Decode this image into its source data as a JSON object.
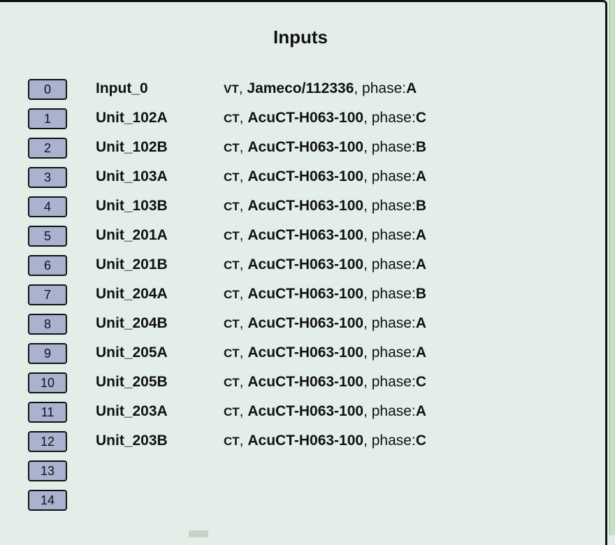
{
  "panel": {
    "title": "Inputs"
  },
  "inputs": [
    {
      "index": "0",
      "name": "Input_0",
      "type": "VT",
      "model": "Jameco/112336",
      "phase_label": "phase:",
      "phase": "A"
    },
    {
      "index": "1",
      "name": "Unit_102A",
      "type": "CT",
      "model": "AcuCT-H063-100",
      "phase_label": "phase:",
      "phase": "C"
    },
    {
      "index": "2",
      "name": "Unit_102B",
      "type": "CT",
      "model": "AcuCT-H063-100",
      "phase_label": "phase:",
      "phase": "B"
    },
    {
      "index": "3",
      "name": "Unit_103A",
      "type": "CT",
      "model": "AcuCT-H063-100",
      "phase_label": "phase:",
      "phase": "A"
    },
    {
      "index": "4",
      "name": "Unit_103B",
      "type": "CT",
      "model": "AcuCT-H063-100",
      "phase_label": "phase:",
      "phase": "B"
    },
    {
      "index": "5",
      "name": "Unit_201A",
      "type": "CT",
      "model": "AcuCT-H063-100",
      "phase_label": "phase:",
      "phase": "A"
    },
    {
      "index": "6",
      "name": "Unit_201B",
      "type": "CT",
      "model": "AcuCT-H063-100",
      "phase_label": "phase:",
      "phase": "A"
    },
    {
      "index": "7",
      "name": "Unit_204A",
      "type": "CT",
      "model": "AcuCT-H063-100",
      "phase_label": "phase:",
      "phase": "B"
    },
    {
      "index": "8",
      "name": "Unit_204B",
      "type": "CT",
      "model": "AcuCT-H063-100",
      "phase_label": "phase:",
      "phase": "A"
    },
    {
      "index": "9",
      "name": "Unit_205A",
      "type": "CT",
      "model": "AcuCT-H063-100",
      "phase_label": "phase:",
      "phase": "A"
    },
    {
      "index": "10",
      "name": "Unit_205B",
      "type": "CT",
      "model": "AcuCT-H063-100",
      "phase_label": "phase:",
      "phase": "C"
    },
    {
      "index": "11",
      "name": "Unit_203A",
      "type": "CT",
      "model": "AcuCT-H063-100",
      "phase_label": "phase:",
      "phase": "A"
    },
    {
      "index": "12",
      "name": "Unit_203B",
      "type": "CT",
      "model": "AcuCT-H063-100",
      "phase_label": "phase:",
      "phase": "C"
    },
    {
      "index": "13"
    },
    {
      "index": "14"
    }
  ],
  "colors": {
    "background": "#e4eee8",
    "index_button": "#a9b3cf",
    "border": "#111111"
  }
}
